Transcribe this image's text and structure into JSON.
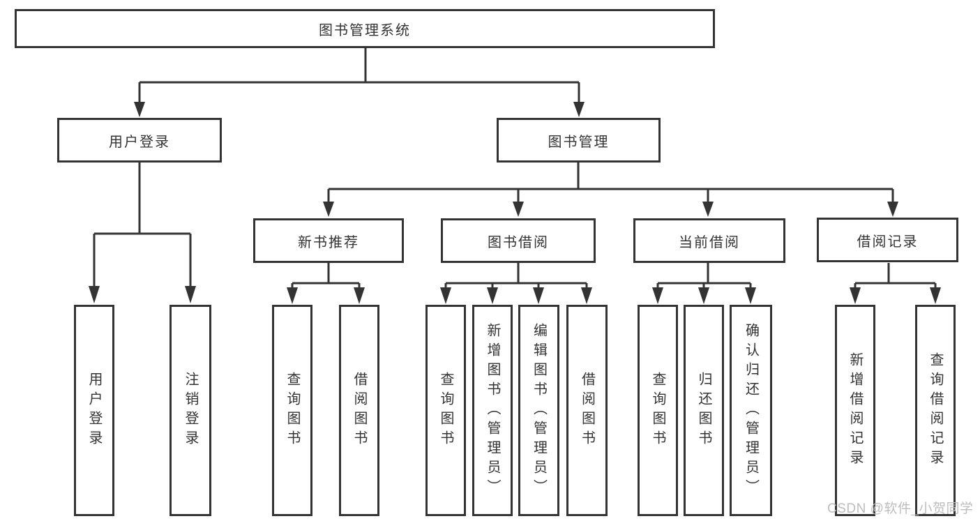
{
  "tree": {
    "label": "图书管理系统",
    "children": [
      {
        "label": "用户登录",
        "children": [
          {
            "label": "用户登录"
          },
          {
            "label": "注销登录"
          }
        ]
      },
      {
        "label": "图书管理",
        "children": [
          {
            "label": "新书推荐",
            "children": [
              {
                "label": "查询图书"
              },
              {
                "label": "借阅图书"
              }
            ]
          },
          {
            "label": "图书借阅",
            "children": [
              {
                "label": "查询图书"
              },
              {
                "label": "新增图书（管理员）"
              },
              {
                "label": "编辑图书（管理员）"
              },
              {
                "label": "借阅图书"
              }
            ]
          },
          {
            "label": "当前借阅",
            "children": [
              {
                "label": "查询图书"
              },
              {
                "label": "归还图书"
              },
              {
                "label": "确认归还（管理员）"
              }
            ]
          },
          {
            "label": "借阅记录",
            "children": [
              {
                "label": "新增借阅记录"
              },
              {
                "label": "查询借阅记录"
              }
            ]
          }
        ]
      }
    ]
  },
  "watermark": {
    "text": "CSDN @软件_小贺同学"
  },
  "colors": {
    "line": "#333333",
    "text": "#333333",
    "background": "#ffffff",
    "watermark": "#bdbdbd"
  }
}
